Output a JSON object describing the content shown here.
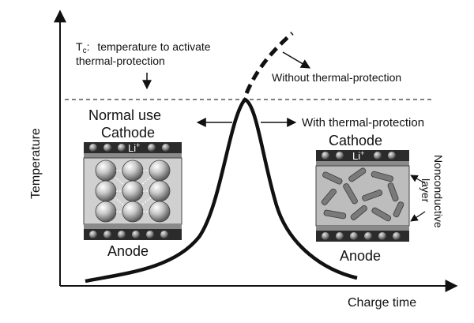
{
  "axes": {
    "y_label": "Temperature",
    "x_label": "Charge time"
  },
  "tc": {
    "symbol": "T",
    "subscript": "c",
    "colon": ":",
    "line1": "temperature to activate",
    "line2": "thermal-protection"
  },
  "labels": {
    "without": "Without thermal-protection",
    "with": "With thermal-protection",
    "normal_use": "Normal use",
    "cathode_left": "Cathode",
    "anode_left": "Anode",
    "cathode_right": "Cathode",
    "anode_right": "Anode",
    "li_left": "Li",
    "li_right": "Li",
    "li_sup": "+",
    "nonconductive_line1": "Nonconductive",
    "nonconductive_line2": "layer"
  },
  "colors": {
    "ink": "#111111",
    "electrode_dark": "#2b2b2b",
    "electrode_grey": "#777777",
    "cell_fill": "#c9c9c9",
    "rod_fill": "#7a7a7a"
  }
}
